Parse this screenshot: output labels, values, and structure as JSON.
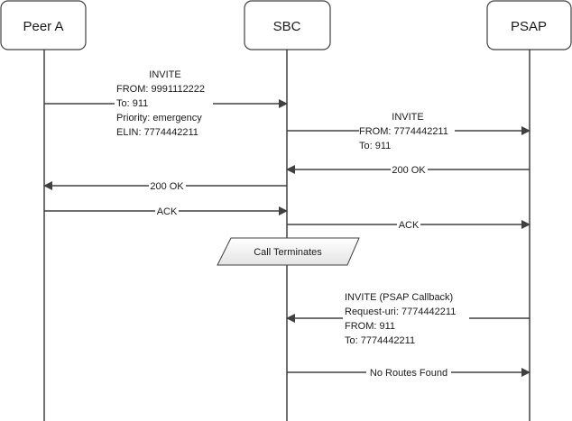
{
  "diagram": {
    "type": "sequence",
    "actors": [
      {
        "id": "peer_a",
        "label": "Peer A"
      },
      {
        "id": "sbc",
        "label": "SBC"
      },
      {
        "id": "psap",
        "label": "PSAP"
      }
    ],
    "messages": [
      {
        "from": "peer_a",
        "to": "sbc",
        "lines": [
          "INVITE",
          "FROM: 9991112222",
          "To: 911",
          "Priority: emergency",
          "ELIN: 7774442211"
        ]
      },
      {
        "from": "sbc",
        "to": "psap",
        "lines": [
          "INVITE",
          "FROM: 7774442211",
          "To: 911"
        ]
      },
      {
        "from": "psap",
        "to": "sbc",
        "lines": [
          "200 OK"
        ]
      },
      {
        "from": "sbc",
        "to": "peer_a",
        "lines": [
          "200 OK"
        ]
      },
      {
        "from": "peer_a",
        "to": "sbc",
        "lines": [
          "ACK"
        ]
      },
      {
        "from": "sbc",
        "to": "psap",
        "lines": [
          "ACK"
        ]
      },
      {
        "from": "psap",
        "to": "sbc",
        "lines": [
          "INVITE (PSAP Callback)",
          "Request-uri: 7774442211",
          "FROM: 911",
          "To: 7774442211"
        ]
      },
      {
        "from": "sbc",
        "to": "psap",
        "lines": [
          "No Routes Found"
        ]
      }
    ],
    "notes": [
      {
        "over": "sbc",
        "label": "Call Terminates"
      }
    ],
    "colors": {
      "line": "#404040",
      "box_stroke": "#404040",
      "note_fill_top": "#ffffff",
      "note_fill_bottom": "#e6e6e6"
    }
  }
}
